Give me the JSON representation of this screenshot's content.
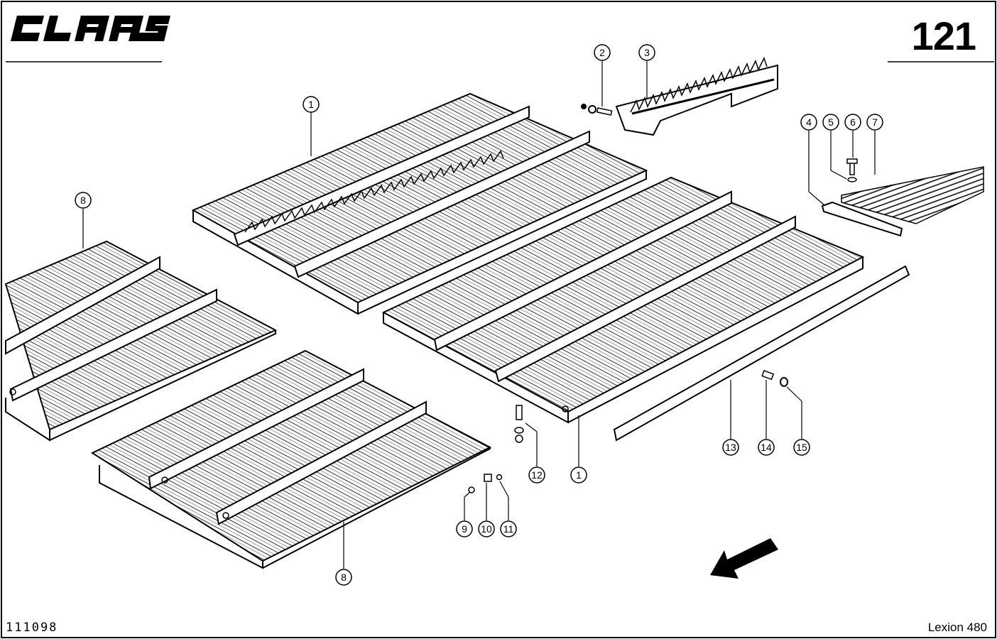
{
  "brand": {
    "logo_text": "CLAAS"
  },
  "page_number": "121",
  "drawing_number": "111098",
  "model": "Lexion 480",
  "callouts": [
    "1",
    "2",
    "3",
    "4",
    "5",
    "6",
    "7",
    "8",
    "1",
    "8",
    "9",
    "10",
    "11",
    "12",
    "13",
    "14",
    "15"
  ],
  "colors": {
    "ink": "#000000",
    "paper": "#ffffff"
  },
  "icons": {
    "direction_arrow": "arrow-down-left-icon"
  }
}
